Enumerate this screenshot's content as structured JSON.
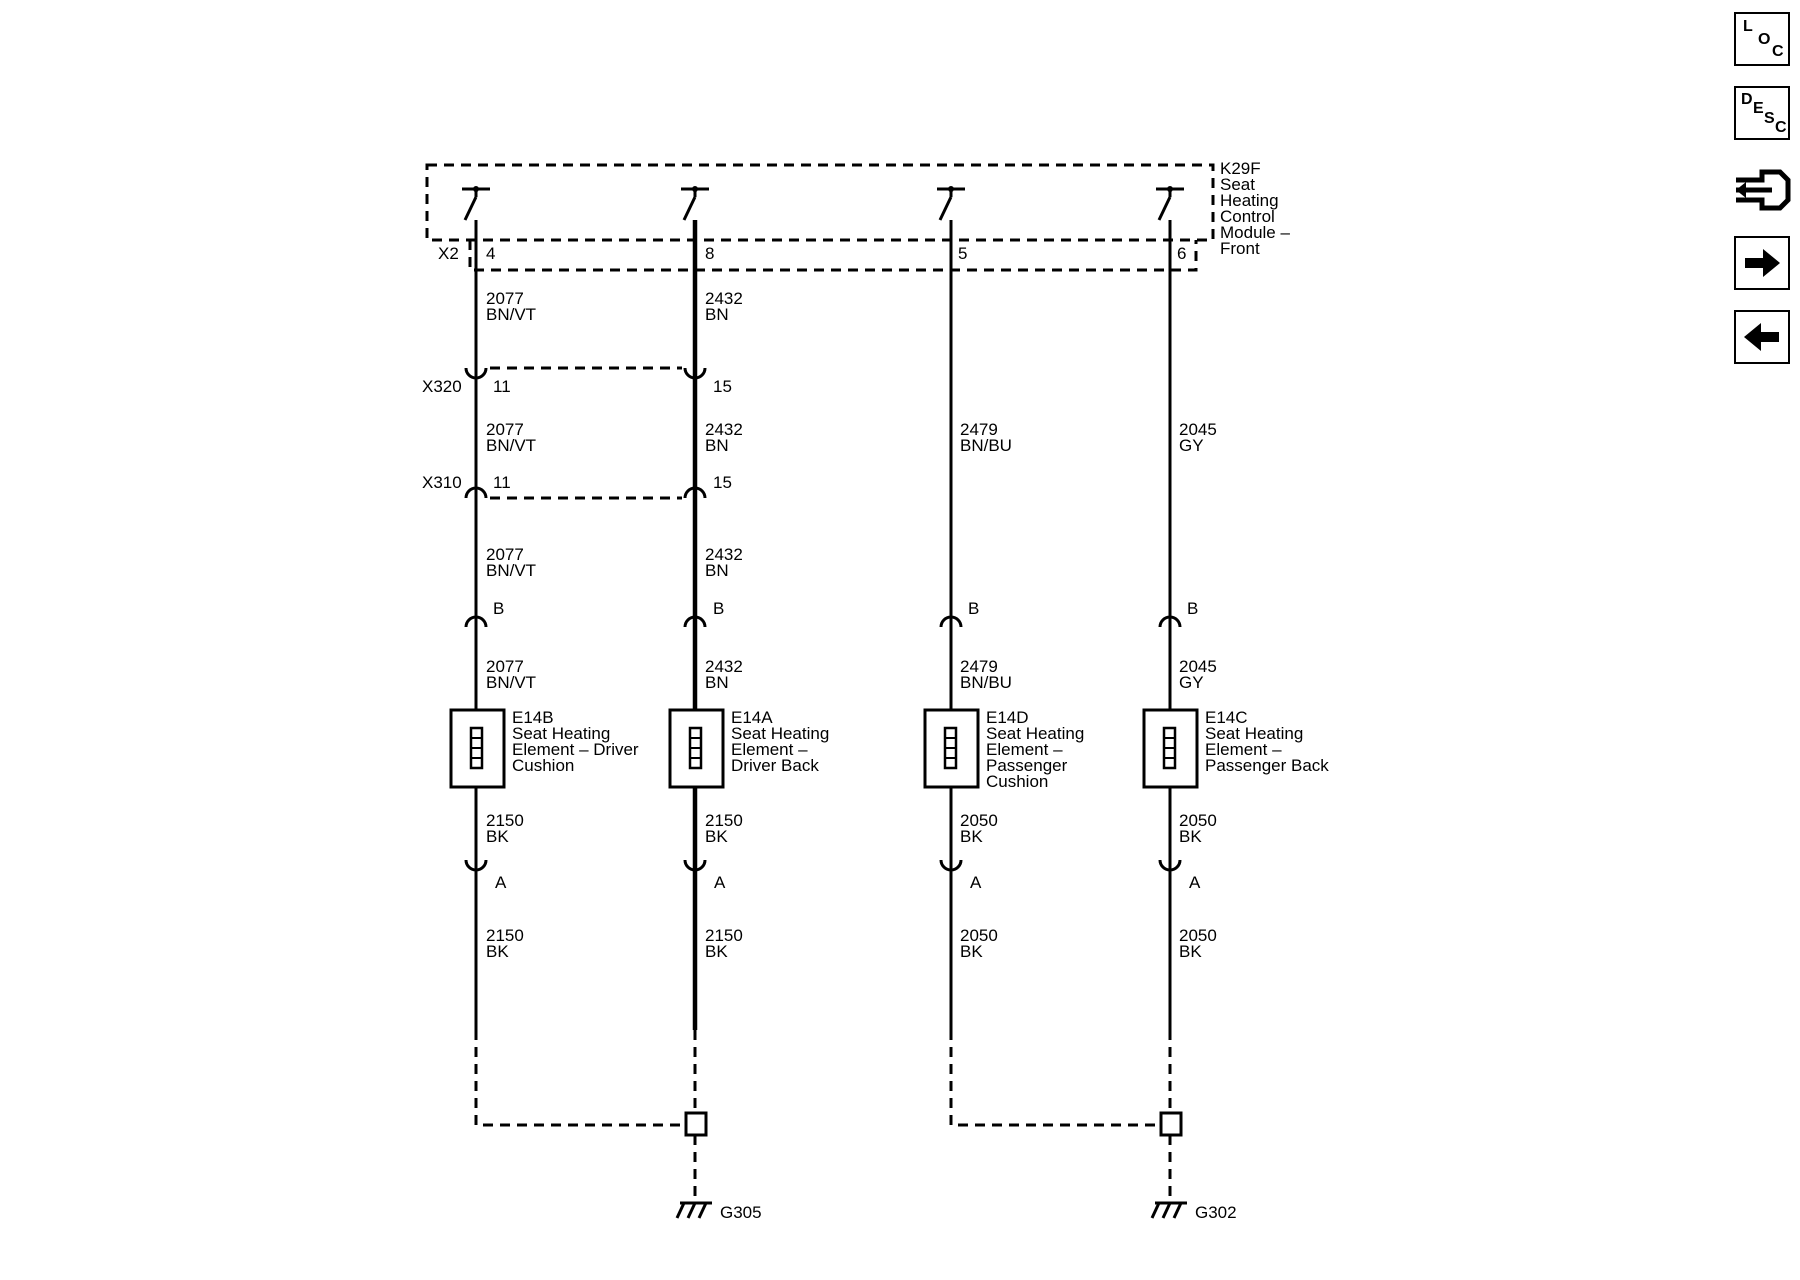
{
  "module": {
    "code": "K29F",
    "name_lines": [
      "Seat",
      "Heating",
      "Control",
      "Module –",
      "Front"
    ],
    "connector": "X2"
  },
  "connectors": {
    "x320": "X320",
    "x310": "X310"
  },
  "circuits": [
    {
      "module_pin": "4",
      "x320_pin": "11",
      "x310_pin": "11",
      "w1": [
        "2077",
        "BN/VT"
      ],
      "w2": [
        "2077",
        "BN/VT"
      ],
      "w3": [
        "2077",
        "BN/VT"
      ],
      "w4": [
        "2077",
        "BN/VT"
      ],
      "pin_b": "B",
      "element_code": "E14B",
      "element_lines": [
        "Seat Heating",
        "Element – Driver",
        "Cushion"
      ],
      "w5": [
        "2150",
        "BK"
      ],
      "pin_a": "A",
      "w6": [
        "2150",
        "BK"
      ]
    },
    {
      "module_pin": "8",
      "x320_pin": "15",
      "x310_pin": "15",
      "w1": [
        "2432",
        "BN"
      ],
      "w2": [
        "2432",
        "BN"
      ],
      "w3": [
        "2432",
        "BN"
      ],
      "w4": [
        "2432",
        "BN"
      ],
      "pin_b": "B",
      "element_code": "E14A",
      "element_lines": [
        "Seat Heating",
        "Element –",
        "Driver Back"
      ],
      "w5": [
        "2150",
        "BK"
      ],
      "pin_a": "A",
      "w6": [
        "2150",
        "BK"
      ]
    },
    {
      "module_pin": "5",
      "w2": [
        "2479",
        "BN/BU"
      ],
      "w4": [
        "2479",
        "BN/BU"
      ],
      "pin_b": "B",
      "element_code": "E14D",
      "element_lines": [
        "Seat Heating",
        "Element –",
        "Passenger",
        "Cushion"
      ],
      "w5": [
        "2050",
        "BK"
      ],
      "pin_a": "A",
      "w6": [
        "2050",
        "BK"
      ]
    },
    {
      "module_pin": "6",
      "w2": [
        "2045",
        "GY"
      ],
      "w4": [
        "2045",
        "GY"
      ],
      "pin_b": "B",
      "element_code": "E14C",
      "element_lines": [
        "Seat Heating",
        "Element –",
        "Passenger Back"
      ],
      "w5": [
        "2050",
        "BK"
      ],
      "pin_a": "A",
      "w6": [
        "2050",
        "BK"
      ]
    }
  ],
  "grounds": [
    "G305",
    "G302"
  ],
  "nav": {
    "loc": [
      "L",
      "O",
      "C"
    ],
    "desc": [
      "D",
      "E",
      "S",
      "C"
    ],
    "icons": [
      "connector-icon",
      "next-arrow-icon",
      "back-arrow-icon"
    ]
  }
}
